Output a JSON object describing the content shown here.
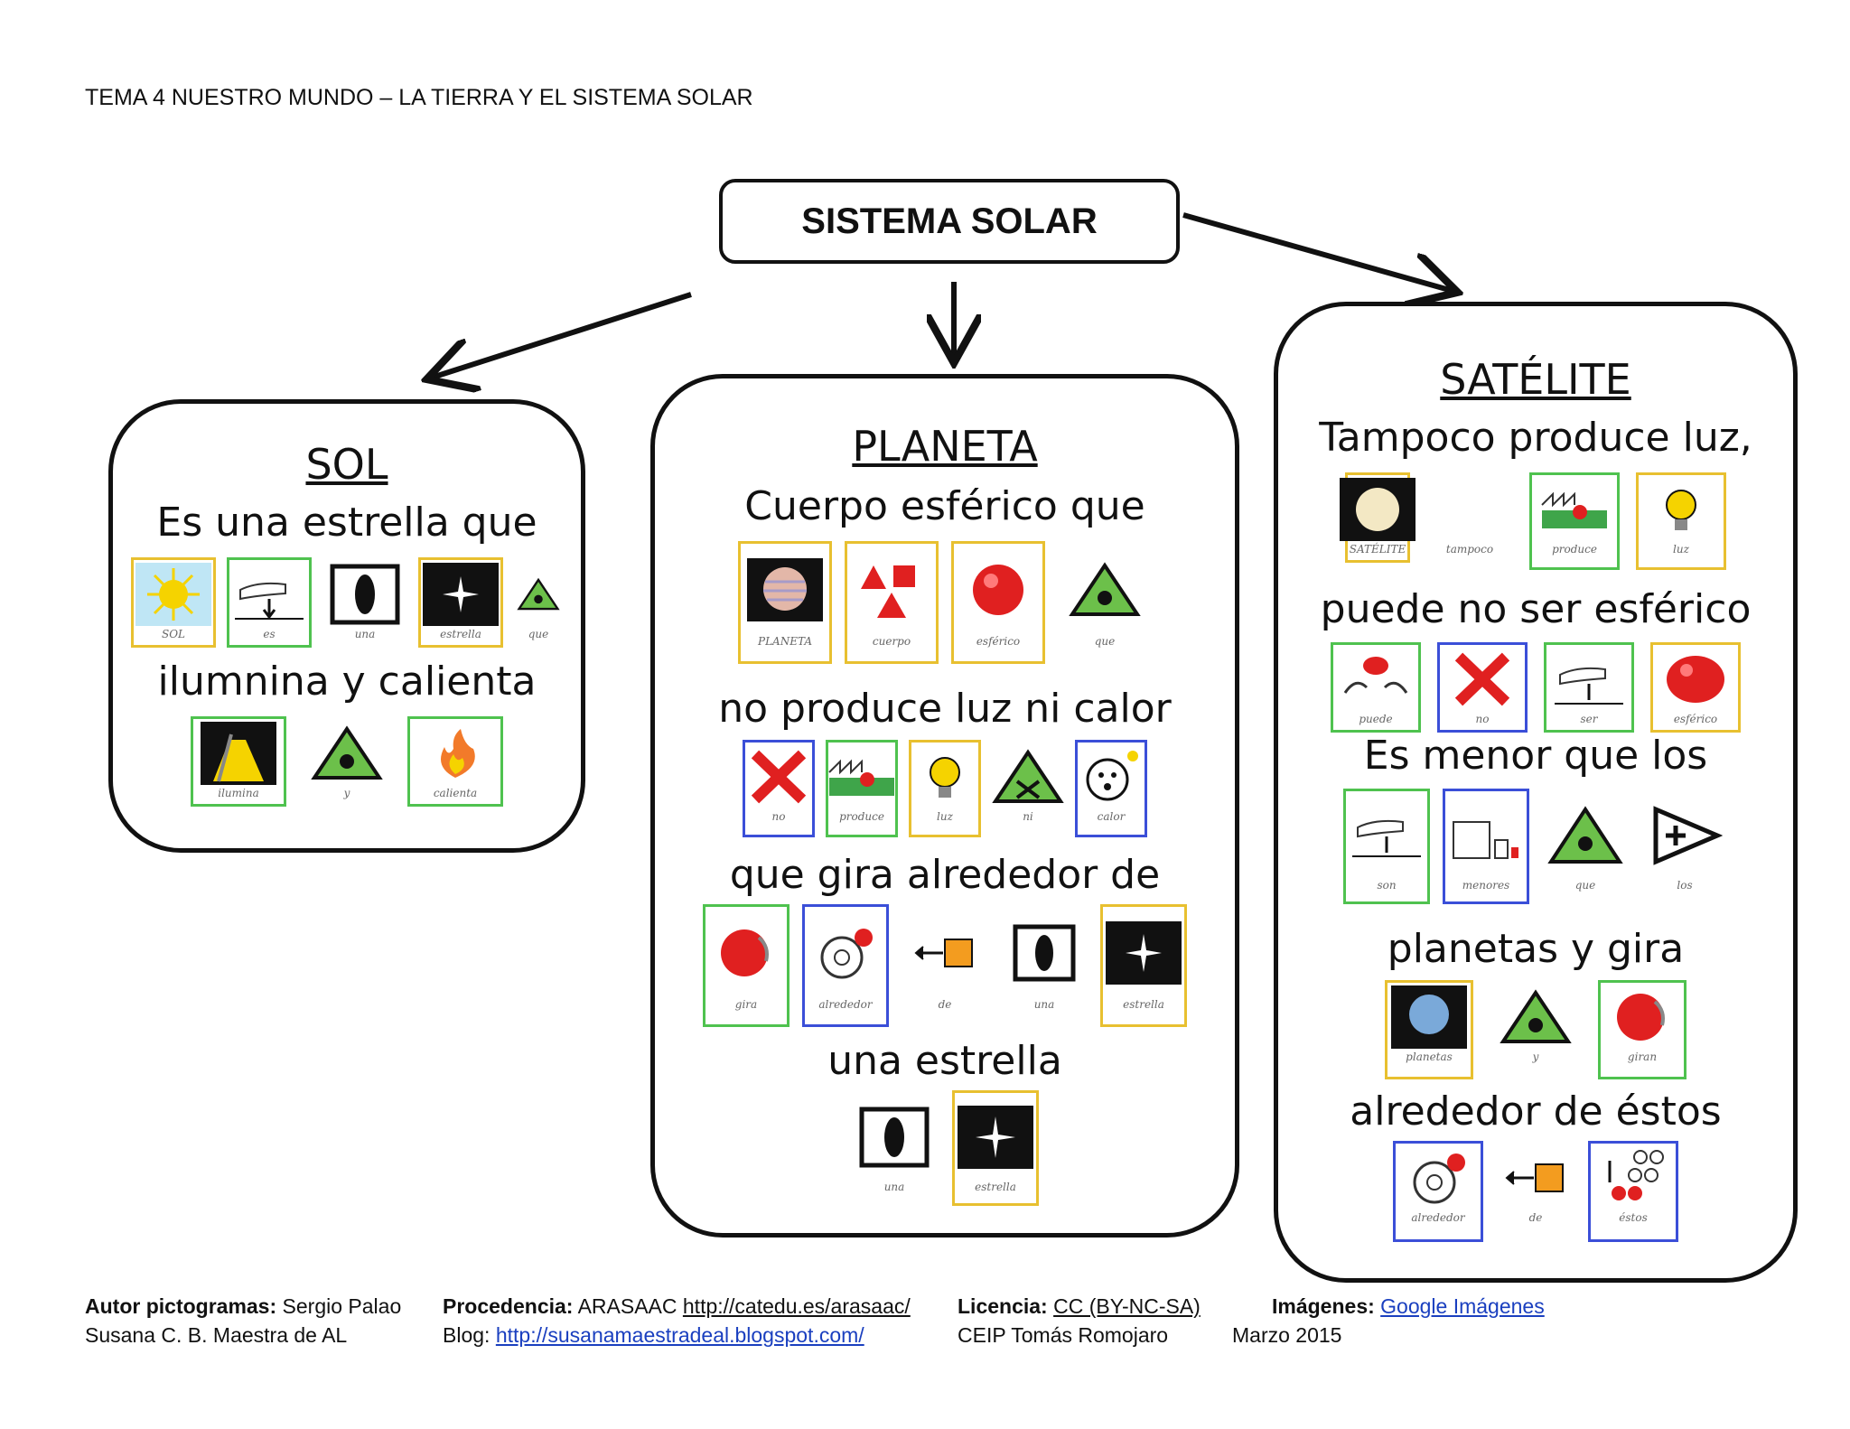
{
  "header": {
    "title": "TEMA 4   NUESTRO MUNDO – LA TIERRA Y EL SISTEMA SOLAR"
  },
  "root": {
    "label": "SISTEMA SOLAR"
  },
  "sol": {
    "title": "SOL",
    "line1": "Es una estrella que",
    "pics1": [
      "SOL",
      "es",
      "una",
      "estrella",
      "que"
    ],
    "line2": "ilumnina y calienta",
    "pics2": [
      "ilumina",
      "y",
      "calienta"
    ]
  },
  "planeta": {
    "title": "PLANETA",
    "line1": "Cuerpo esférico que",
    "pics1": [
      "PLANETA",
      "cuerpo",
      "esférico",
      "que"
    ],
    "line2": "no produce luz ni calor",
    "pics2": [
      "no",
      "produce",
      "luz",
      "ni",
      "calor"
    ],
    "line3": "que gira alrededor de",
    "pics3": [
      "gira",
      "alrededor",
      "de",
      "una",
      "estrella"
    ],
    "line4": "una estrella",
    "pics4": [
      "una",
      "estrella"
    ]
  },
  "satelite": {
    "title": "SATÉLITE",
    "line1": "Tampoco produce luz,",
    "pics1": [
      "SATÉLITE",
      "tampoco",
      "produce",
      "luz"
    ],
    "line2": "puede no ser esférico",
    "pics2": [
      "puede",
      "no",
      "ser",
      "esférico"
    ],
    "line3": "Es menor que los",
    "pics3": [
      "son",
      "menores",
      "que",
      "los"
    ],
    "line4": "planetas y gira",
    "pics4": [
      "planetas",
      "y",
      "giran"
    ],
    "line5": "alrededor de éstos",
    "pics5": [
      "alrededor",
      "de",
      "éstos"
    ]
  },
  "footer": {
    "autor_label": "Autor pictogramas:",
    "autor_value": " Sergio Palao",
    "autor2": "Susana C. B. Maestra de AL",
    "procedencia_label": "Procedencia:",
    "procedencia_value": " ARASAAC ",
    "procedencia_link": "http://catedu.es/arasaac/",
    "blog_label": "Blog: ",
    "blog_link": "http://susanamaestradeal.blogspot.com/",
    "licencia_label": "Licencia:",
    "licencia_link": "CC (BY-NC-SA)",
    "licencia2": "CEIP Tomás  Romojaro",
    "imagenes_label": "Imágenes:",
    "imagenes_link": "Google Imágenes",
    "fecha": "Marzo    2015"
  },
  "colors": {
    "accent": "#1a3fbf",
    "pictogram_yellow": "#e8c030",
    "pictogram_green": "#4fc24f",
    "pictogram_blue": "#3b4fd8"
  }
}
